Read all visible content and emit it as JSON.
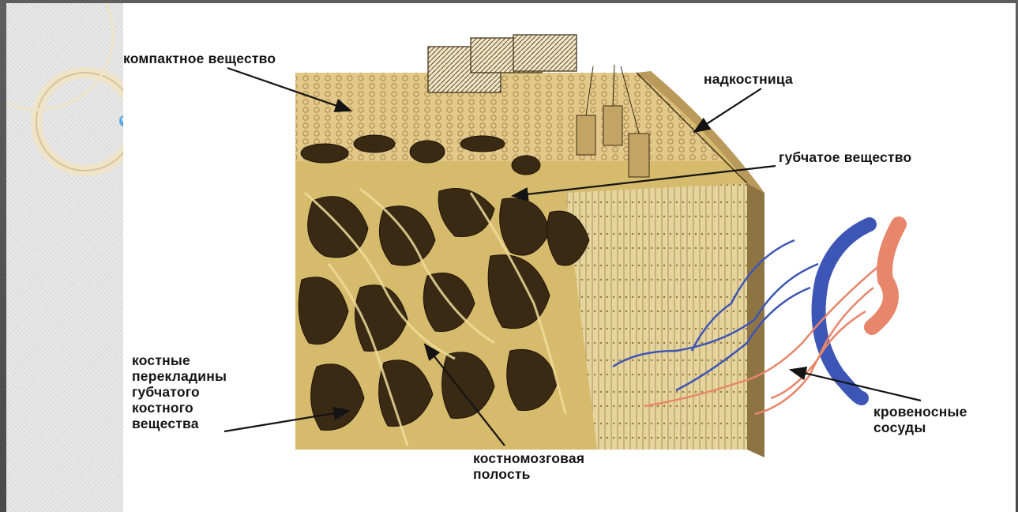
{
  "diagram": {
    "labels": {
      "compact": "компактное вещество",
      "periosteum": "надкостница",
      "spongy": "губчатое вещество",
      "trabeculae": "костные\nперекладины\nгубчатого\nкостного\nвещества",
      "marrow": "костномозговая\nполость",
      "vessels": "кровеносные\nсосуды"
    }
  },
  "colors": {
    "background": "#565656",
    "panel": "#ffffff",
    "bone": "#d8bd6e",
    "cavity": "#3a2a14",
    "artery": "#e7866a",
    "vein": "#3d56b5",
    "arrow": "#141414"
  }
}
